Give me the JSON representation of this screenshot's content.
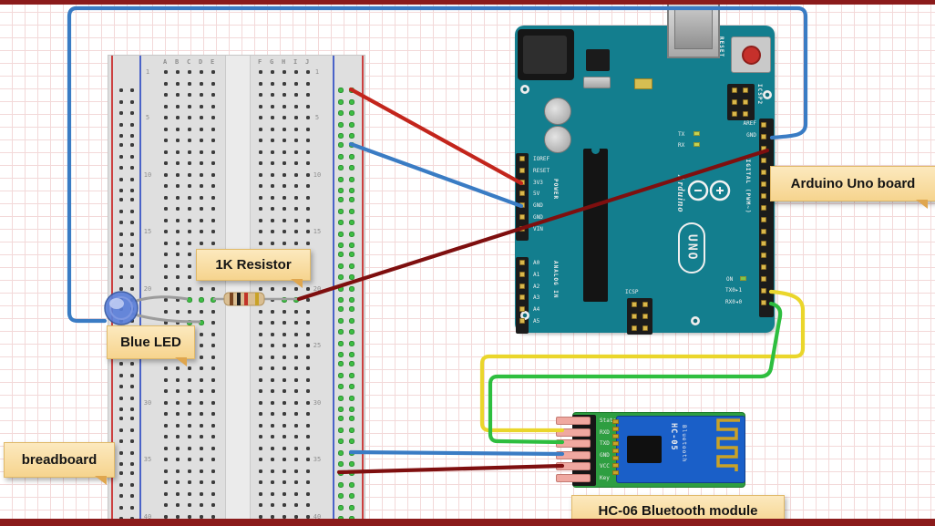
{
  "notes": {
    "resistor": "1K Resistor",
    "led": "Blue LED",
    "breadboard": "breadboard",
    "arduino": "Arduino Uno board",
    "bluetooth": "HC-06 Bluetooth module"
  },
  "breadboard": {
    "letters_left": [
      "A",
      "B",
      "C",
      "D",
      "E"
    ],
    "letters_right": [
      "F",
      "G",
      "H",
      "I",
      "J"
    ],
    "row_labels": [
      "1",
      "5",
      "10",
      "15",
      "20",
      "25",
      "30",
      "35",
      "40"
    ]
  },
  "arduino": {
    "reset_label": "RESET",
    "icsp2_label": "ICSP2",
    "icsp_label": "ICSP",
    "aref_label": "AREF",
    "gnd_label": "GND",
    "tx_label": "TX",
    "rx_label": "RX",
    "on_label": "ON",
    "tx0_label": "TX0▸1",
    "rx0_label": "RX0◂0",
    "digital_label": "DIGITAL (PWM~)",
    "power_label": "POWER",
    "analog_label": "ANALOG IN",
    "power_pins": [
      "IOREF",
      "RESET",
      "3V3",
      "5V",
      "GND",
      "GND",
      "VIN"
    ],
    "analog_pins": [
      "A0",
      "A1",
      "A2",
      "A3",
      "A4",
      "A5"
    ],
    "brand": "Arduino",
    "model": "UNO"
  },
  "bluetooth": {
    "pins": [
      "State",
      "RXD",
      "TXD",
      "GND",
      "VCC",
      "Key"
    ],
    "board_title": "HC-05",
    "board_subtitle": "Bluetooth"
  },
  "colors": {
    "wire_blue": "#3A7CC4",
    "wire_red": "#C3251C",
    "wire_dark_red": "#7E0F0F",
    "wire_yellow": "#EAD62B",
    "wire_green": "#2EBE3F",
    "led_blue": "#5B7FD9",
    "board_teal": "#137E8E",
    "pcb_green": "#2E9E41",
    "module_blue": "#1A5FC8",
    "note_bg": "#FBDFA0",
    "border_red": "#8B1B1B"
  }
}
